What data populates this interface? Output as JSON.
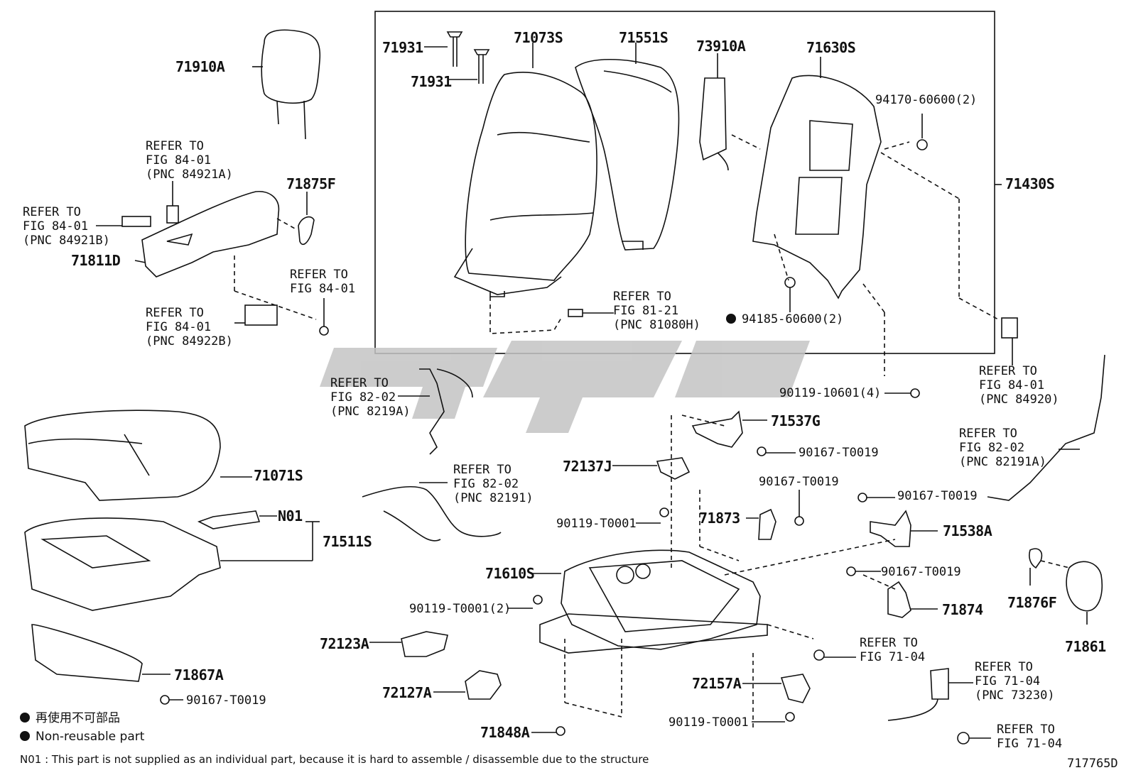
{
  "parts": {
    "p71910A": "71910A",
    "p71931a": "71931",
    "p71931b": "71931",
    "p71073S": "71073S",
    "p71551S": "71551S",
    "p73910A": "73910A",
    "p71630S": "71630S",
    "p71430S": "71430S",
    "p94170": "94170-60600(2)",
    "p94185": "94185-60600(2)",
    "p71875F": "71875F",
    "p71811D": "71811D",
    "p71071S": "71071S",
    "pN01": "N01",
    "p71511S": "71511S",
    "p71867A": "71867A",
    "p90167_a": "90167-T0019",
    "p90119_10601": "90119-10601(4)",
    "p71537G": "71537G",
    "p90167_b": "90167-T0019",
    "p72137J": "72137J",
    "p90167_c": "90167-T0019",
    "p90119_T0001_a": "90119-T0001",
    "p71873": "71873",
    "p90167_d": "90167-T0019",
    "p71538A": "71538A",
    "p71610S": "71610S",
    "p90167_e": "90167-T0019",
    "p90119_T0001_2": "90119-T0001(2)",
    "p71874": "71874",
    "p71876F": "71876F",
    "p71861": "71861",
    "p72123A": "72123A",
    "p72127A": "72127A",
    "p72157A": "72157A",
    "p90119_T0001_b": "90119-T0001",
    "p71848A": "71848A",
    "code": "717765D"
  },
  "refs": {
    "r1": {
      "l1": "REFER TO",
      "l2": "FIG 84-01",
      "l3": "(PNC 84921A)"
    },
    "r2": {
      "l1": "REFER TO",
      "l2": "FIG 84-01",
      "l3": "(PNC 84921B)"
    },
    "r3": {
      "l1": "REFER TO",
      "l2": "FIG 84-01"
    },
    "r4": {
      "l1": "REFER TO",
      "l2": "FIG 84-01",
      "l3": "(PNC 84922B)"
    },
    "r5": {
      "l1": "REFER TO",
      "l2": "FIG 81-21",
      "l3": "(PNC 81080H)"
    },
    "r6": {
      "l1": "REFER TO",
      "l2": "FIG 84-01",
      "l3": "(PNC 84920)"
    },
    "r7": {
      "l1": "REFER TO",
      "l2": "FIG 82-02",
      "l3": "(PNC 8219A)"
    },
    "r8": {
      "l1": "REFER TO",
      "l2": "FIG 82-02",
      "l3": "(PNC 82191)"
    },
    "r9": {
      "l1": "REFER TO",
      "l2": "FIG 82-02",
      "l3": "(PNC 82191A)"
    },
    "r10": {
      "l1": "REFER TO",
      "l2": "FIG 71-04"
    },
    "r11": {
      "l1": "REFER TO",
      "l2": "FIG 71-04",
      "l3": "(PNC 73230)"
    },
    "r12": {
      "l1": "REFER TO",
      "l2": "FIG 71-04"
    }
  },
  "legend": {
    "jp": "再使用不可部品",
    "en": "Non-reusable part",
    "note": "N01 :  This part is not supplied as an individual part, because it is hard to assemble / disassemble due to the structure"
  },
  "colors": {
    "line": "#111111",
    "watermark": "#c8c8c8"
  }
}
